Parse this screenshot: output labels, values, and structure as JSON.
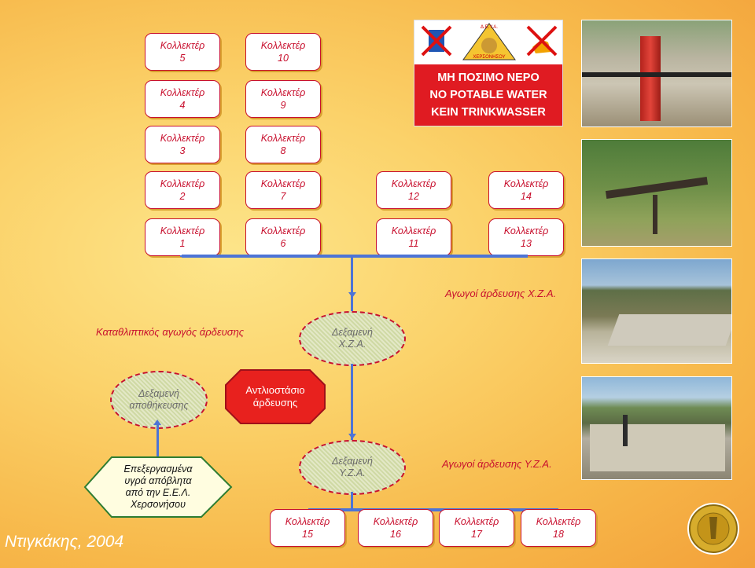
{
  "collectors": [
    {
      "label": "Κολλεκτέρ",
      "num": "5"
    },
    {
      "label": "Κολλεκτέρ",
      "num": "10"
    },
    {
      "label": "Κολλεκτέρ",
      "num": "4"
    },
    {
      "label": "Κολλεκτέρ",
      "num": "9"
    },
    {
      "label": "Κολλεκτέρ",
      "num": "3"
    },
    {
      "label": "Κολλεκτέρ",
      "num": "8"
    },
    {
      "label": "Κολλεκτέρ",
      "num": "2"
    },
    {
      "label": "Κολλεκτέρ",
      "num": "7"
    },
    {
      "label": "Κολλεκτέρ",
      "num": "12"
    },
    {
      "label": "Κολλεκτέρ",
      "num": "14"
    },
    {
      "label": "Κολλεκτέρ",
      "num": "1"
    },
    {
      "label": "Κολλεκτέρ",
      "num": "6"
    },
    {
      "label": "Κολλεκτέρ",
      "num": "11"
    },
    {
      "label": "Κολλεκτέρ",
      "num": "13"
    },
    {
      "label": "Κολλεκτέρ",
      "num": "15"
    },
    {
      "label": "Κολλεκτέρ",
      "num": "16"
    },
    {
      "label": "Κολλεκτέρ",
      "num": "17"
    },
    {
      "label": "Κολλεκτέρ",
      "num": "18"
    }
  ],
  "labels": {
    "pipes_xza": "Αγωγοί άρδευσης Χ.Ζ.Α.",
    "pipes_yza": "Αγωγοί άρδευσης Υ.Ζ.Α.",
    "pressure_pipe": "Καταθλιπτικός αγωγός άρδευσης"
  },
  "reservoir_xza": {
    "line1": "Δεξαμενή",
    "line2": "Χ.Ζ.Α."
  },
  "reservoir_yza": {
    "line1": "Δεξαμενή",
    "line2": "Υ.Ζ.Α."
  },
  "storage_tank": {
    "line1": "Δεξαμενή",
    "line2": "αποθήκευσης"
  },
  "pump_station": {
    "line1": "Αντλιοστάσιο",
    "line2": "άρδευσης"
  },
  "effluent": {
    "line1": "Επεξεργασμένα",
    "line2": "υγρά απόβλητα",
    "line3": "από την Ε.Ε.Λ.",
    "line4": "Χερσονήσου"
  },
  "author": "Ντιγκάκης, 2004",
  "sign": {
    "line1": "ΜΗ ΠΟΣΙΜΟ ΝΕΡΟ",
    "line2": "NO POTABLE WATER",
    "line3": "KEIN TRINKWASSER",
    "badge_top": "Δ.Ε.Υ.Α.",
    "badge_bottom": "ΧΕΡΣΟΝΗΣΟΥ"
  },
  "colors": {
    "accent": "#c8102e",
    "pipe": "#4d74d6",
    "ellipse_border": "#c8102e",
    "octagon": "#e8211e"
  }
}
